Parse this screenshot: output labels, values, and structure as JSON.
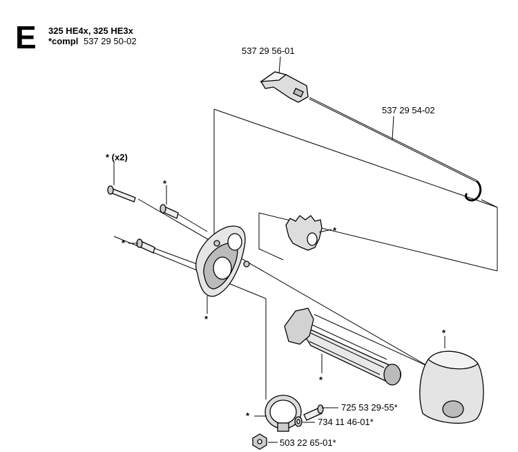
{
  "header": {
    "section_letter": "E",
    "models": "325 HE4x, 325 HE3x",
    "compl_prefix": "*compl",
    "compl_number": "537 29 50-02"
  },
  "labels": {
    "cover": "537 29 56-01",
    "rod": "537 29 54-02",
    "screw_x2": "* (x2)",
    "star": "*",
    "screw_right": "725 53 29-55*",
    "washer": "734 11 46-01*",
    "nut": "503 22 65-01*"
  }
}
